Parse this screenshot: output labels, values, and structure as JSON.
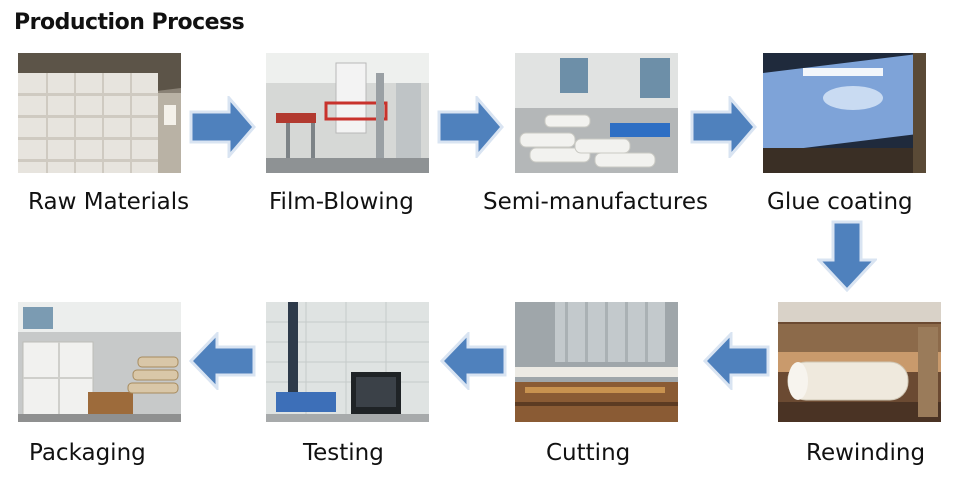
{
  "title": "Production Process",
  "colors": {
    "arrow_fill": "#4F81BD",
    "arrow_stroke": "#D9E4F2",
    "text": "#111111"
  },
  "steps": [
    {
      "label": "Raw Materials"
    },
    {
      "label": "Film-Blowing"
    },
    {
      "label": "Semi-manufactures"
    },
    {
      "label": "Glue coating"
    },
    {
      "label": "Rewinding"
    },
    {
      "label": "Cutting"
    },
    {
      "label": "Testing"
    },
    {
      "label": "Packaging"
    }
  ]
}
